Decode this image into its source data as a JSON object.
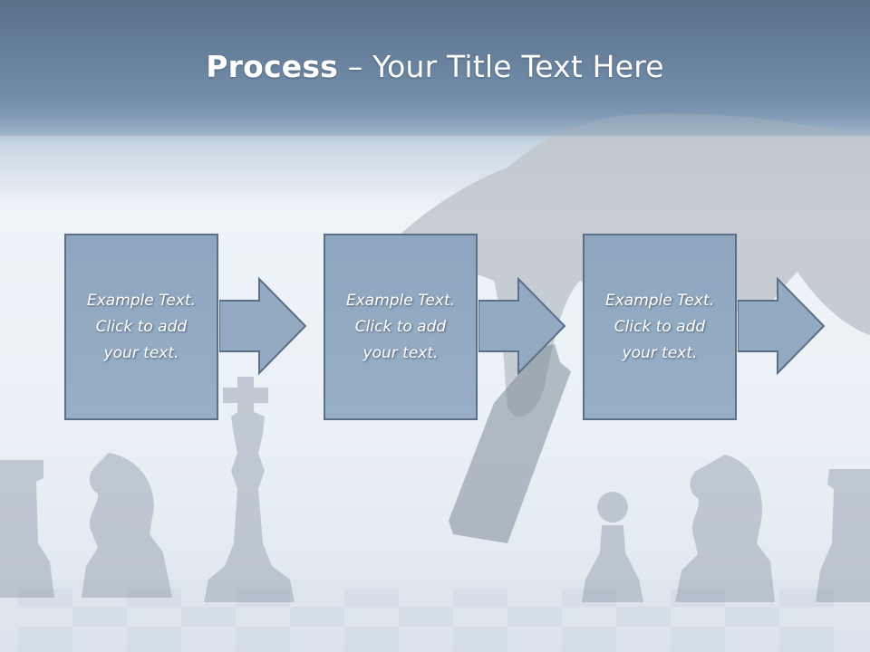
{
  "slide": {
    "title_bold": "Process",
    "title_rest": " – Your Title Text Here"
  },
  "steps": [
    {
      "text_line1": "Example Text.",
      "text_line2": "Click  to add",
      "text_line3": "your text."
    },
    {
      "text_line1": "Example Text.",
      "text_line2": "Click  to add",
      "text_line3": "your text."
    },
    {
      "text_line1": "Example Text.",
      "text_line2": "Click  to add",
      "text_line3": "your text."
    }
  ],
  "colors": {
    "title_bar": "#5f7a98",
    "box_fill": "#93aac2",
    "box_border": "#5b7087",
    "text": "#ffffff"
  },
  "decor": {
    "background_image": "chess-pieces-hand-icon"
  }
}
